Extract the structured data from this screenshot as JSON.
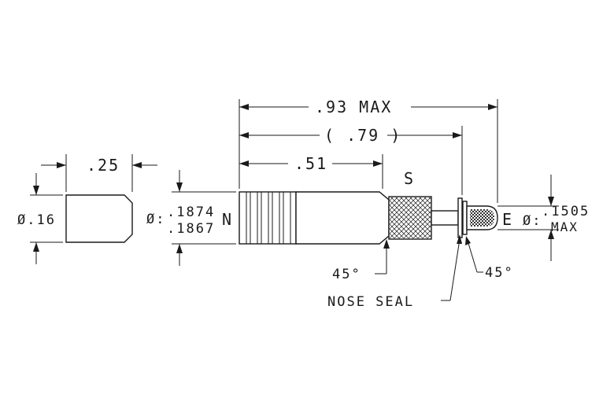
{
  "dimensions": {
    "overall_length": ".93 MAX",
    "body_length_ref": "( .79 )",
    "thread_length": ".51",
    "cap_length": ".25",
    "cap_diameter": "Ø.16",
    "body_diameter_symbol": "Ø:",
    "body_diameter_max": ".1874",
    "body_diameter_min": ".1867",
    "tip_diameter_symbol": "Ø:",
    "tip_diameter": ".1505",
    "tip_diameter_note": "MAX",
    "chamfer_1": "45°",
    "chamfer_2": "45°"
  },
  "labels": {
    "north": "N",
    "south": "S",
    "east": "E",
    "nose_seal": "NOSE SEAL"
  },
  "colors": {
    "line": "#1a1a1a",
    "background": "#ffffff"
  }
}
